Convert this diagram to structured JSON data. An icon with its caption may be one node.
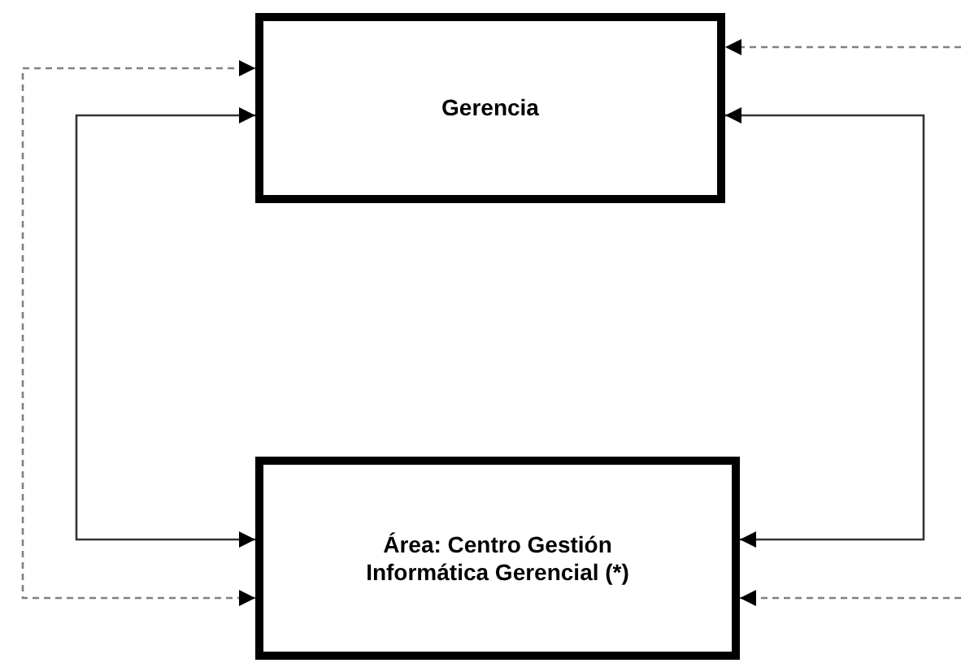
{
  "diagram": {
    "nodes": [
      {
        "text": [
          "Gerencia"
        ]
      },
      {
        "text": [
          "Área: Centro Gestión Informática Gerencial (*)"
        ]
      }
    ],
    "edges": [
      {
        "from": 1,
        "to": 0,
        "arrow": "both",
        "style": "dashed",
        "color": "#808080"
      },
      {
        "from": 1,
        "to": 0,
        "arrow": "both"
      },
      {
        "from": 1,
        "to": 0,
        "arrow": "both"
      },
      {
        "from": null,
        "to": 0,
        "arrow": "to",
        "style": "dashed",
        "color": "#808080"
      },
      {
        "from": null,
        "to": 1,
        "arrow": "to",
        "style": "dashed",
        "color": "#808080"
      }
    ]
  }
}
